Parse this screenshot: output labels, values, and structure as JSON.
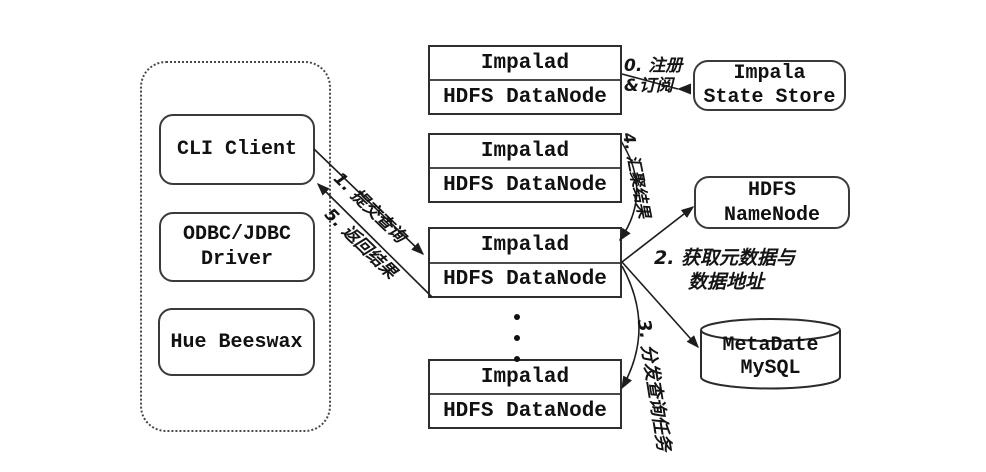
{
  "colors": {
    "line": "#222222",
    "text": "#111111",
    "background": "#ffffff"
  },
  "client_group": {
    "cli_client": "CLI Client",
    "odbc_line1": "ODBC/JDBC",
    "odbc_line2": "Driver",
    "hue_beeswax": "Hue Beeswax"
  },
  "impalad_node": {
    "top": "Impalad",
    "bottom": "HDFS DataNode",
    "count": 4
  },
  "right_nodes": {
    "state_store_line1": "Impala",
    "state_store_line2": "State Store",
    "namenode_line1": "HDFS",
    "namenode_line2": "NameNode",
    "metastore_line1": "MetaDate",
    "metastore_line2": "MySQL"
  },
  "edges": {
    "register_line1": "0. 注册",
    "register_line2": "&订阅",
    "submit_query": "1. 提交查询",
    "get_metadata_line1": "2. 获取元数据与",
    "get_metadata_line2": "数据地址",
    "distribute_tasks": "3. 分发查询任务",
    "aggregate_results": "4. 汇聚结果",
    "return_results": "5. 返回结果"
  }
}
